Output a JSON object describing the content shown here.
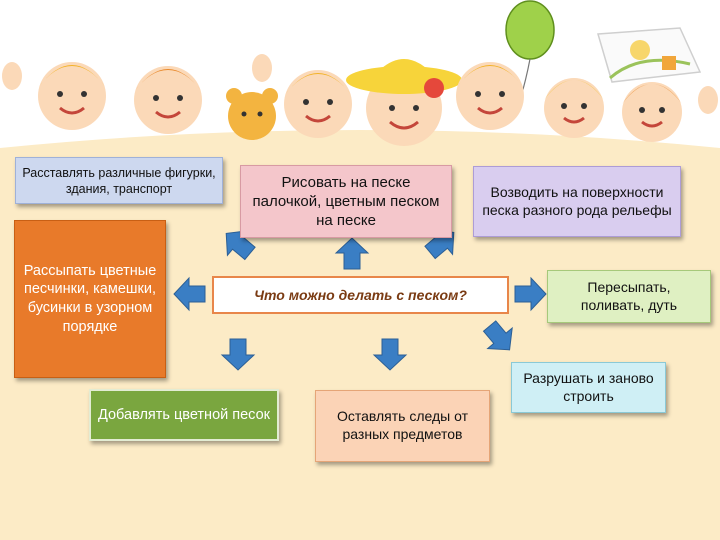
{
  "center": {
    "text": "Что можно делать с песком?"
  },
  "boxes": [
    {
      "id": "figures",
      "text": "Расставлять различные фигурки, здания, транспорт"
    },
    {
      "id": "draw",
      "text": "Рисовать на песке палочкой, цветным песком на песке"
    },
    {
      "id": "relief",
      "text": "Возводить на поверхности песка разного рода рельефы"
    },
    {
      "id": "scatter",
      "text": "Рассыпать цветные песчинки, камешки, бусинки в узорном порядке"
    },
    {
      "id": "pour",
      "text": "Пересыпать, поливать, дуть"
    },
    {
      "id": "destroy",
      "text": "Разрушать и заново строить"
    },
    {
      "id": "colored",
      "text": "Добавлять цветной песок"
    },
    {
      "id": "traces",
      "text": "Оставлять следы от разных предметов"
    }
  ],
  "colors": {
    "sand": "#fcebc6",
    "figures_bg": "#cdd8ef",
    "draw_bg": "#f4c6cb",
    "relief_bg": "#d9cdef",
    "scatter_bg": "#e87a2a",
    "pour_bg": "#dff0c2",
    "destroy_bg": "#cfeff5",
    "colored_bg": "#7aa63f",
    "traces_bg": "#fbd3b6",
    "arrow": "#3a7ec4"
  }
}
